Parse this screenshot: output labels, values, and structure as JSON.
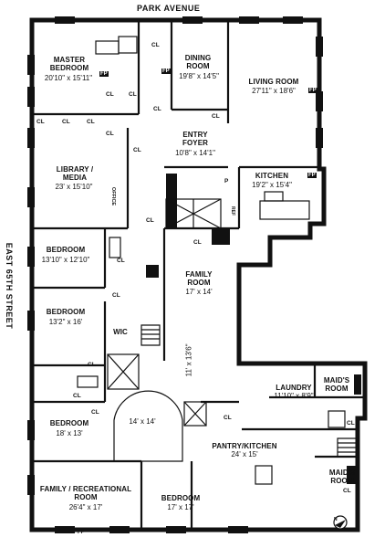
{
  "streets": {
    "north": "PARK AVENUE",
    "west": "EAST 65TH STREET"
  },
  "rooms": {
    "master_bedroom": {
      "name": "MASTER\nBEDROOM",
      "dims": "20'10\" x 15'11\""
    },
    "dining_room": {
      "name": "DINING\nROOM",
      "dims": "19'8\" x 14'5\""
    },
    "living_room": {
      "name": "LIVING ROOM",
      "dims": "27'11\" x 18'6\""
    },
    "entry_foyer": {
      "name": "ENTRY\nFOYER",
      "dims": "10'8\" x 14'1\""
    },
    "library": {
      "name": "LIBRARY /\nMEDIA",
      "dims": "23' x 15'10\""
    },
    "kitchen": {
      "name": "KITCHEN",
      "dims": "19'2\" x 15'4\""
    },
    "bedroom_1": {
      "name": "BEDROOM",
      "dims": "13'10\" x 12'10\""
    },
    "family_room": {
      "name": "FAMILY\nROOM",
      "dims": "17' x 14'"
    },
    "bedroom_2": {
      "name": "BEDROOM",
      "dims": "13'2\" x 16'"
    },
    "wic": {
      "name": "WIC"
    },
    "gallery": {
      "dims": "11' x 13'6\""
    },
    "laundry": {
      "name": "LAUNDRY",
      "dims": "11'10\" x 8'9\""
    },
    "maids_room_1": {
      "name": "MAID'S\nROOM"
    },
    "bedroom_3": {
      "name": "BEDROOM",
      "dims": "18' x 13'"
    },
    "rotunda": {
      "dims": "14' x 14'"
    },
    "pantry_kitchen": {
      "name": "PANTRY/KITCHEN",
      "dims": "24' x 15'"
    },
    "maids_room_2": {
      "name": "MAID'S\nROOM"
    },
    "family_recreational": {
      "name": "FAMILY / RECREATIONAL\nROOM",
      "dims": "26'4\" x 17'"
    },
    "bedroom_4": {
      "name": "BEDROOM",
      "dims": "17' x 17'"
    }
  },
  "marks": {
    "closet": "CL",
    "fireplace": "FP",
    "office": "OFFICE",
    "refrigerator": "REF",
    "pantry": "P",
    "compass": "N"
  }
}
